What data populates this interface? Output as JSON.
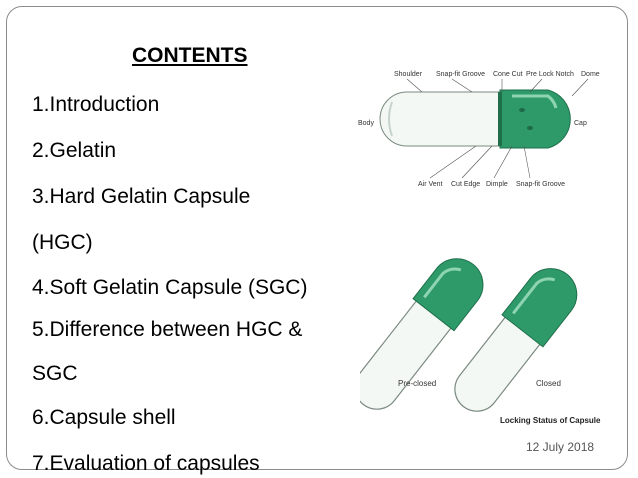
{
  "slide": {
    "title": "CONTENTS",
    "contents": [
      "1.Introduction",
      "2.Gelatin",
      "3.Hard Gelatin Capsule",
      "(HGC)",
      "4.Soft Gelatin Capsule (SGC)",
      "5.Difference between HGC &",
      "SGC",
      "6.Capsule shell",
      "7.Evaluation of capsules"
    ],
    "date": "12 July 2018"
  },
  "capsule_diagram": {
    "labels": {
      "shoulder": "Shoulder",
      "snap_fit_groove_top": "Snap-fit Groove",
      "cone_cut": "Cone Cut",
      "pre_lock_notch": "Pre Lock Notch",
      "dome": "Dome",
      "body": "Body",
      "cap": "Cap",
      "air_vent": "Air Vent",
      "cut_edge": "Cut Edge",
      "dimple": "Dimple",
      "snap_fit_groove_bottom": "Snap-fit Groove"
    }
  },
  "locking_diagram": {
    "pre_closed": "Pre-closed",
    "closed": "Closed",
    "caption": "Locking Status of Capsule"
  },
  "colors": {
    "capsule_green": "#2e9a6a",
    "capsule_light": "#eaf4ee",
    "outline": "#7a8a80"
  }
}
